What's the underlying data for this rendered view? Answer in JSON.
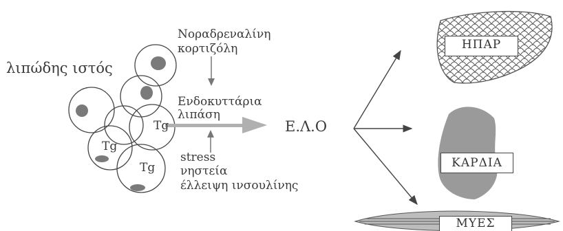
{
  "adipose_label": "λιπώδης ιστός",
  "hormones": [
    "Νοραδρεναλίνη",
    "κορτιζόλη"
  ],
  "lipase": [
    "Ενδοκυττάρια",
    "λιπάση"
  ],
  "product_label": "Ε.Λ.Ο",
  "cell_tg_label": "Tg",
  "triggers": [
    "stress",
    "νηστεία",
    "έλλειψη ινσουλίνης"
  ],
  "organs": {
    "liver": "ΗΠΑΡ",
    "heart": "ΚΑΡΔΙΑ",
    "muscles": "ΜΥΕΣ"
  },
  "colors": {
    "ink": "#3a3a3a",
    "droplet": "#7a7a7a",
    "heart_fill": "#9a9a9a",
    "muscle_fill": "#bdbdbd",
    "arrow_fill": "#b0b0b0"
  }
}
